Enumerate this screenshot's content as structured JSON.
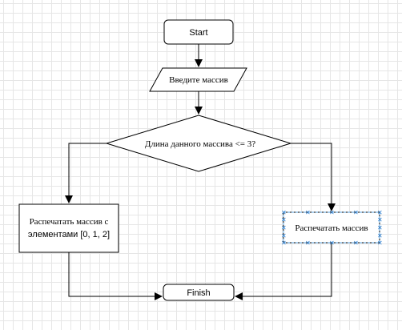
{
  "diagram": {
    "start": {
      "label": "Start"
    },
    "input": {
      "label": "Введите массив"
    },
    "decision": {
      "label": "Длина данного массива <= 3?"
    },
    "left_box": {
      "line1": "Распечатать массив с",
      "line2": "элементами [0, 1, 2]"
    },
    "right_box": {
      "label": "Распечатать массив",
      "selected": true
    },
    "finish": {
      "label": "Finish"
    }
  },
  "colors": {
    "grid": "#e6e6e6",
    "stroke": "#000000",
    "selection": "#2d7fd0"
  }
}
